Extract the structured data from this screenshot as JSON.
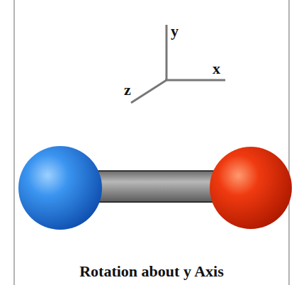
{
  "diagram": {
    "caption": "Rotation about y Axis",
    "labels": [
      "y",
      "x",
      "z"
    ]
  }
}
